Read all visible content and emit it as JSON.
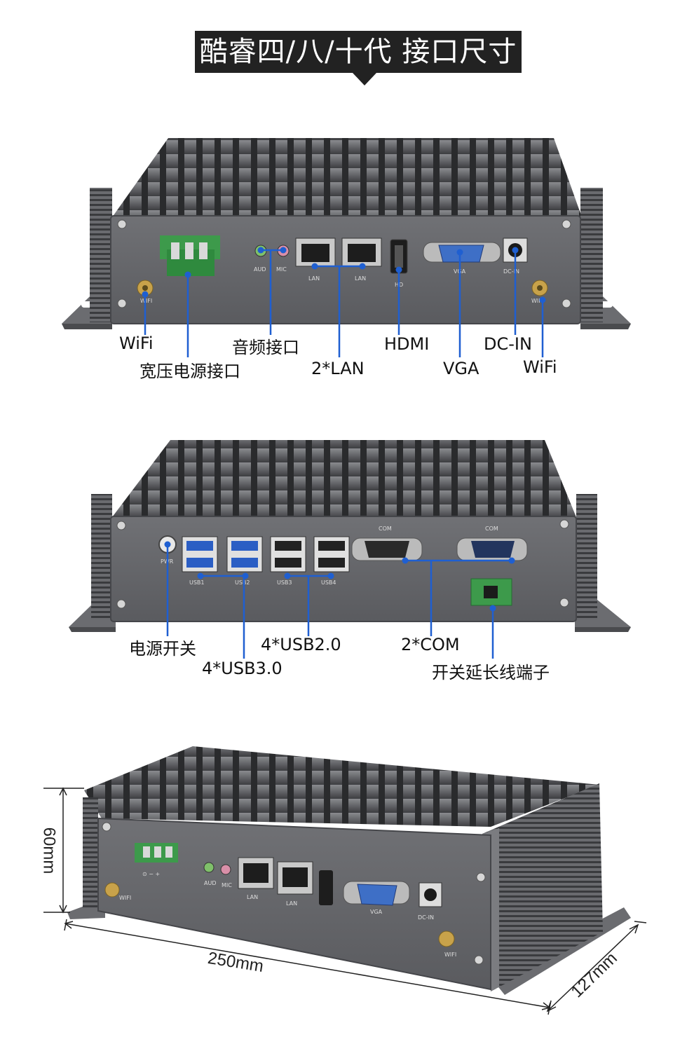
{
  "banner": {
    "title": "酷睿四/八/十代 接口尺寸"
  },
  "panel1": {
    "port_text": {
      "aud": "AUD",
      "mic": "MIC",
      "lan1": "LAN",
      "lan2": "LAN",
      "hd": "HD",
      "vga": "VGA",
      "dcin": "DC-IN",
      "wifi1": "WIFI",
      "wifi2": "WIFI"
    },
    "callouts": {
      "wifi_left": "WiFi",
      "power_terminal": "宽压电源接口",
      "audio": "音频接口",
      "lan": "2*LAN",
      "hdmi": "HDMI",
      "vga": "VGA",
      "dcin": "DC-IN",
      "wifi_right": "WiFi"
    }
  },
  "panel2": {
    "port_text": {
      "pwr": "PWR",
      "usb1": "USB1",
      "usb2": "USB2",
      "usb3": "USB3",
      "usb4": "USB4",
      "com1": "COM",
      "com2": "COM"
    },
    "callouts": {
      "power_switch": "电源开关",
      "usb3": "4*USB3.0",
      "usb2": "4*USB2.0",
      "com": "2*COM",
      "switch_terminal": "开关延长线端子"
    }
  },
  "panel3": {
    "port_text": {
      "aud": "AUD",
      "mic": "MIC",
      "lan1": "LAN",
      "lan2": "LAN",
      "vga": "VGA",
      "dcin": "DC-IN",
      "wifi1": "WIFI",
      "wifi2": "WIFI",
      "pwr_symbols": "⊙ − +"
    },
    "dimensions": {
      "height": "60mm",
      "width": "250mm",
      "depth": "127mm"
    }
  },
  "colors": {
    "accent_blue": "#1f5fd1",
    "chassis": "#5f6064",
    "terminal_green": "#3d9a4b",
    "vga_blue": "#3e6fc6",
    "banner_bg": "#222222"
  }
}
